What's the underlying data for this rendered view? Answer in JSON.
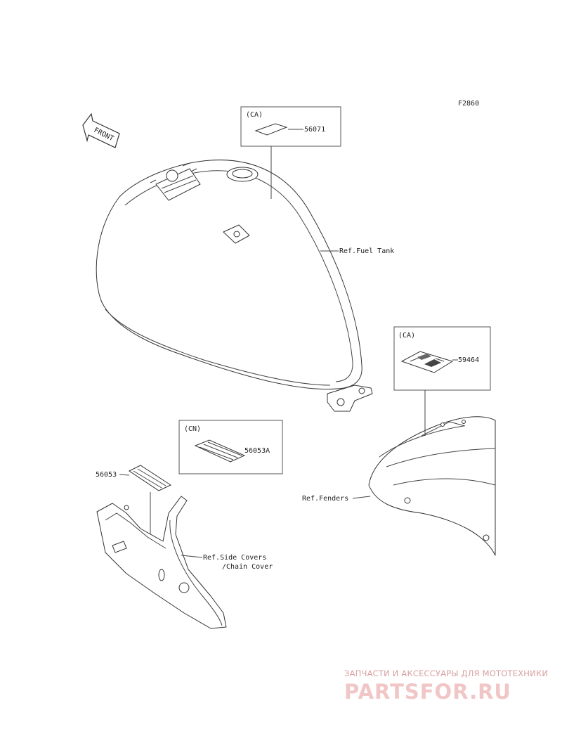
{
  "figure_code": "F2860",
  "front_arrow_label": "FRONT",
  "callouts": {
    "tank_label_box_tag": "(CA)",
    "tank_label_part": "56071",
    "fender_label_box_tag": "(CA)",
    "fender_label_part": "59464",
    "side_label_box_tag": "(CN)",
    "side_label_part_a": "56053A",
    "side_label_part": "56053"
  },
  "references": {
    "fuel_tank": "Ref.Fuel Tank",
    "fenders": "Ref.Fenders",
    "side_covers_line1": "Ref.Side Covers",
    "side_covers_line2": "/Chain Cover"
  },
  "watermark": {
    "tagline": "ЗАПЧАСТИ И АКСЕССУАРЫ ДЛЯ МОТОТЕХНИКИ",
    "logo": "PARTSFOR.RU",
    "color": "#f1c6c6"
  }
}
